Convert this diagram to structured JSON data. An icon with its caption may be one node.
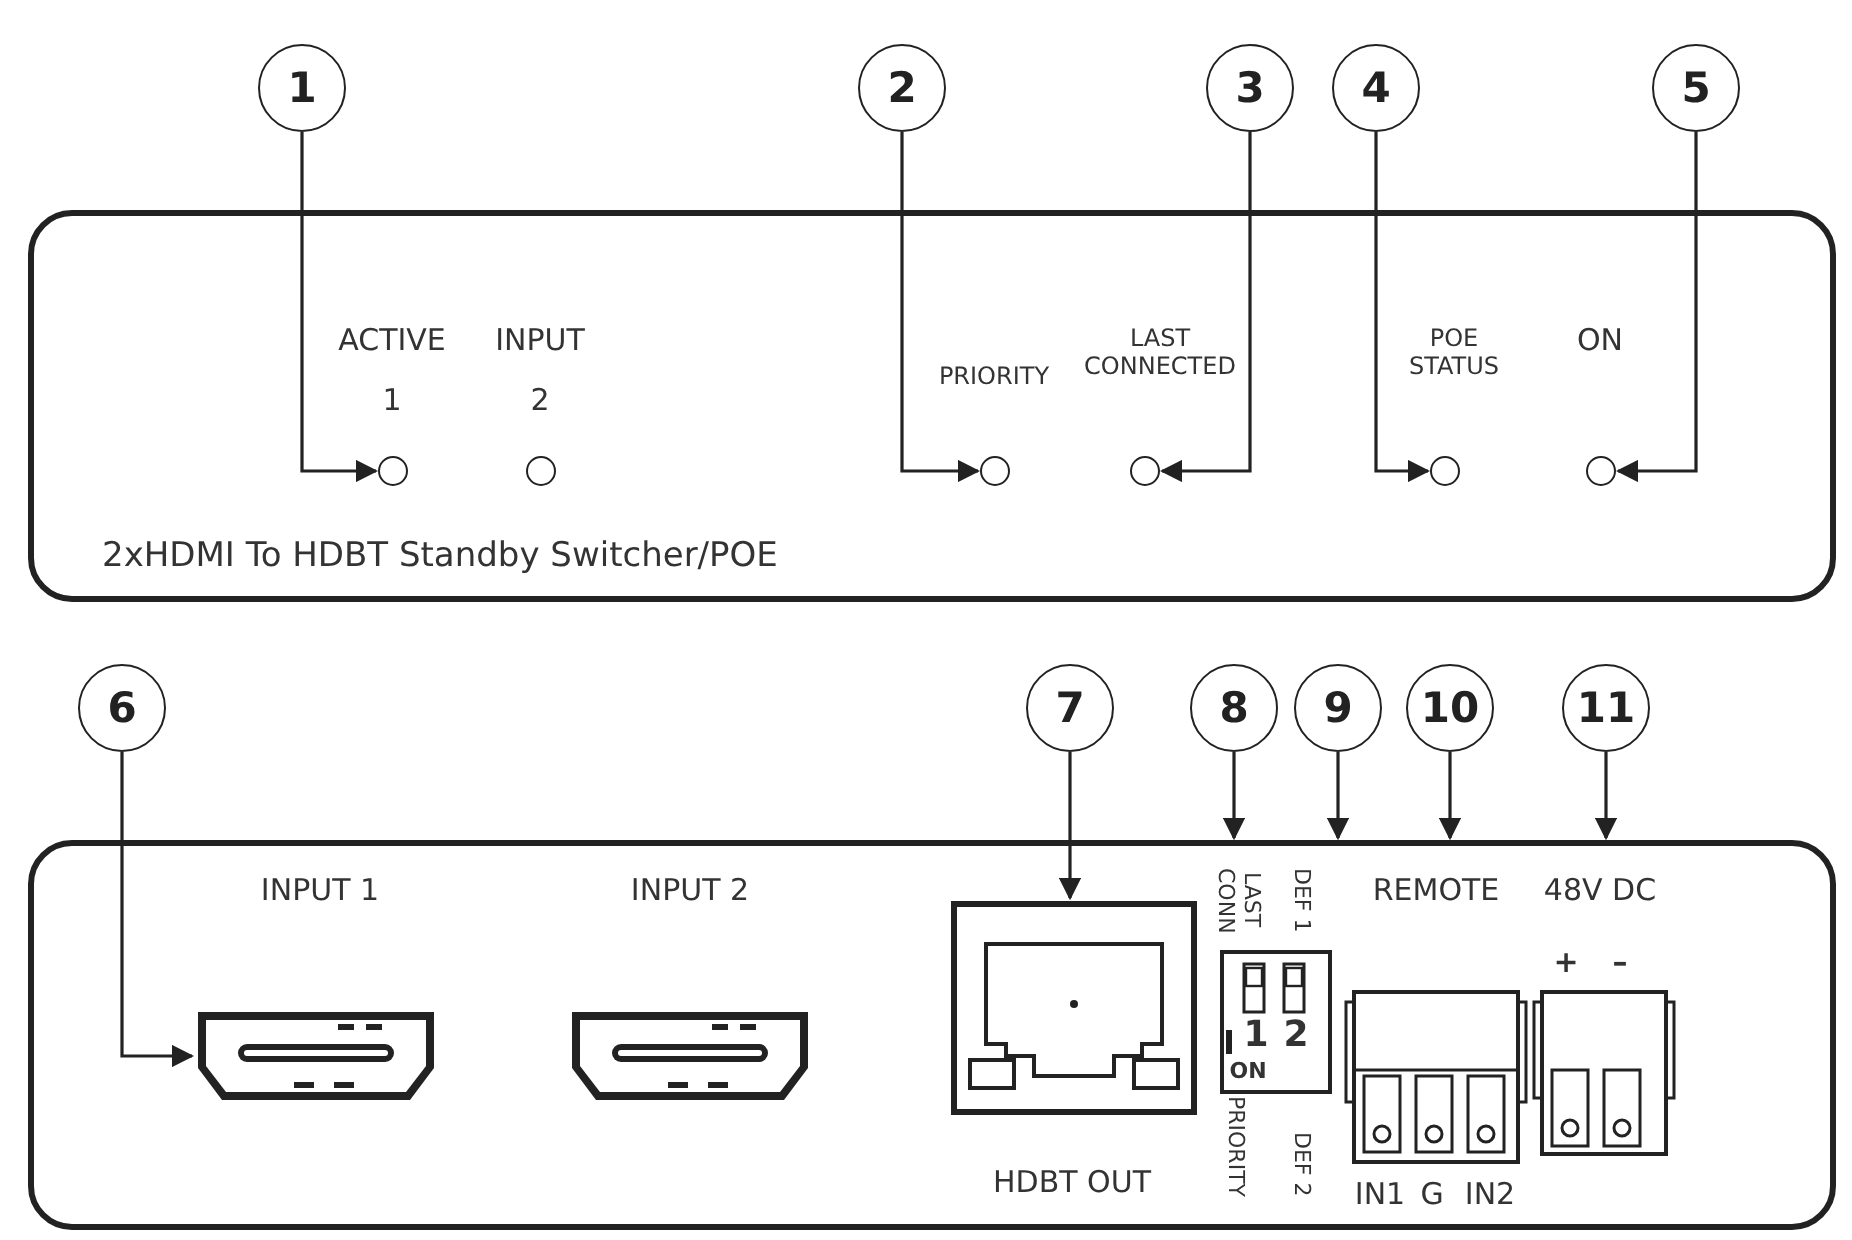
{
  "diagram": {
    "nodes": [
      {
        "text": [
          "1"
        ]
      },
      {
        "text": [
          "2"
        ]
      },
      {
        "text": [
          "3"
        ]
      },
      {
        "text": [
          "4"
        ]
      },
      {
        "text": [
          "5"
        ]
      },
      {
        "text": [
          "2xHDMI To HDBT Standby Switcher/POE"
        ]
      },
      {
        "text": [],
        "shape": "circle",
        "in": 5
      },
      {
        "text": [],
        "shape": "circle",
        "in": 5
      },
      {
        "text": [],
        "shape": "circle",
        "in": 5
      },
      {
        "text": [],
        "shape": "circle",
        "in": 5
      },
      {
        "text": [],
        "shape": "circle",
        "in": 5
      },
      {
        "text": [],
        "shape": "circle",
        "in": 5
      },
      {
        "text": [
          "6"
        ]
      },
      {
        "text": [
          "7"
        ]
      },
      {
        "text": [
          "8"
        ]
      },
      {
        "text": [
          "9"
        ]
      },
      {
        "text": [
          "10"
        ]
      },
      {
        "text": [
          "11"
        ]
      },
      {
        "text": [],
        "shape": "box"
      },
      {
        "text": [],
        "shape": "port",
        "in": 18
      },
      {
        "text": [],
        "shape": "port",
        "in": 18
      },
      {
        "text": [],
        "shape": "port",
        "in": 18
      }
    ],
    "edges": [
      {
        "from": 0,
        "to": 6,
        "arrow": "to"
      },
      {
        "from": 1,
        "to": 8,
        "arrow": "to"
      },
      {
        "from": 2,
        "to": 9,
        "arrow": "to"
      },
      {
        "from": 3,
        "to": 10,
        "arrow": "to"
      },
      {
        "from": 4,
        "to": 11,
        "arrow": "to"
      },
      {
        "from": 12,
        "to": 19,
        "arrow": "to"
      },
      {
        "from": 13,
        "to": 21,
        "arrow": "to"
      },
      {
        "from": 14,
        "to": 18,
        "arrow": "to"
      },
      {
        "from": 15,
        "to": 18,
        "arrow": "to"
      },
      {
        "from": 16,
        "to": 18,
        "arrow": "to"
      },
      {
        "from": 17,
        "to": 18,
        "arrow": "to"
      }
    ],
    "labels": [
      "ACTIVE",
      "INPUT",
      "1",
      "2",
      "PRIORITY",
      "LAST CONNECTED",
      "POE STATUS",
      "ON",
      "INPUT 1",
      "INPUT 2",
      "HDBT OUT",
      "LAST CONN",
      "DEF 1",
      "1",
      "2",
      "ON",
      "PRIORITY",
      "DEF 2",
      "REMOTE",
      "48V DC",
      "+",
      "–",
      "IN1",
      "G",
      "IN2"
    ]
  }
}
